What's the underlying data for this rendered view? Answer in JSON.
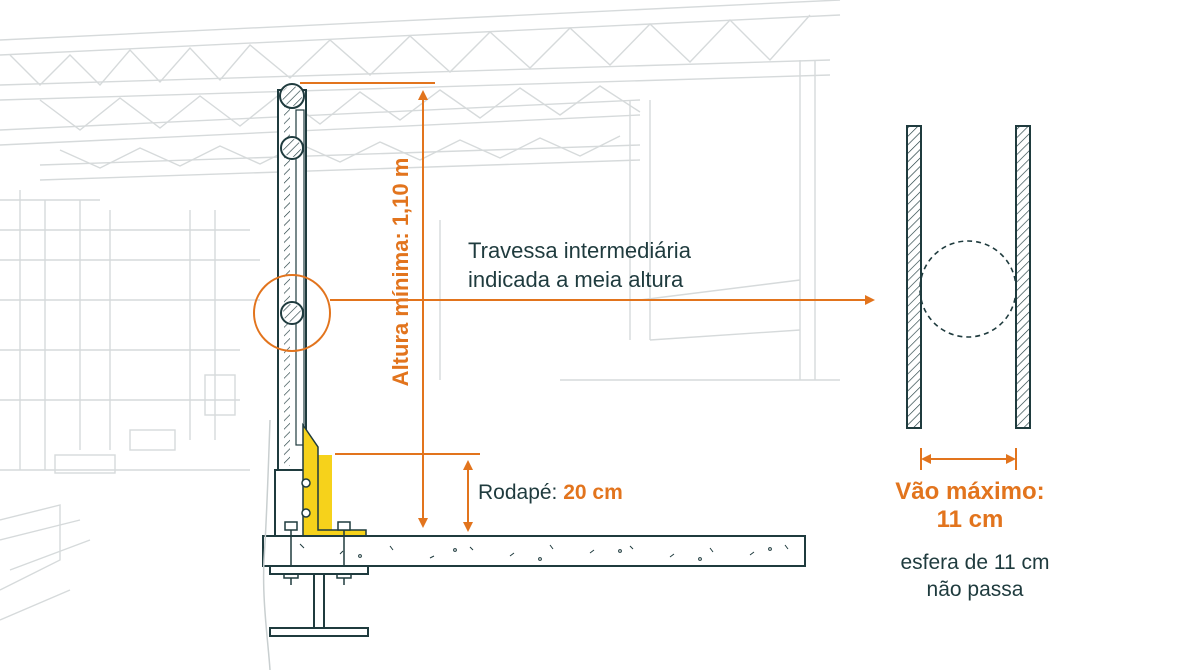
{
  "labels": {
    "altura": "Altura mínima: 1,10 m",
    "travessa_line1": "Travessa intermediária",
    "travessa_line2": "indicada a meia altura",
    "rodape_prefix": "Rodapé: ",
    "rodape_value": "20 cm",
    "vao_line1": "Vão máximo:",
    "vao_line2": "11 cm",
    "esfera_line1": "esfera de 11 cm",
    "esfera_line2": "não passa"
  },
  "colors": {
    "accent": "#e2741d",
    "structure": "#1f3b3e",
    "toeboard": "#f6d21b",
    "background_lines": "#d6dadb"
  }
}
